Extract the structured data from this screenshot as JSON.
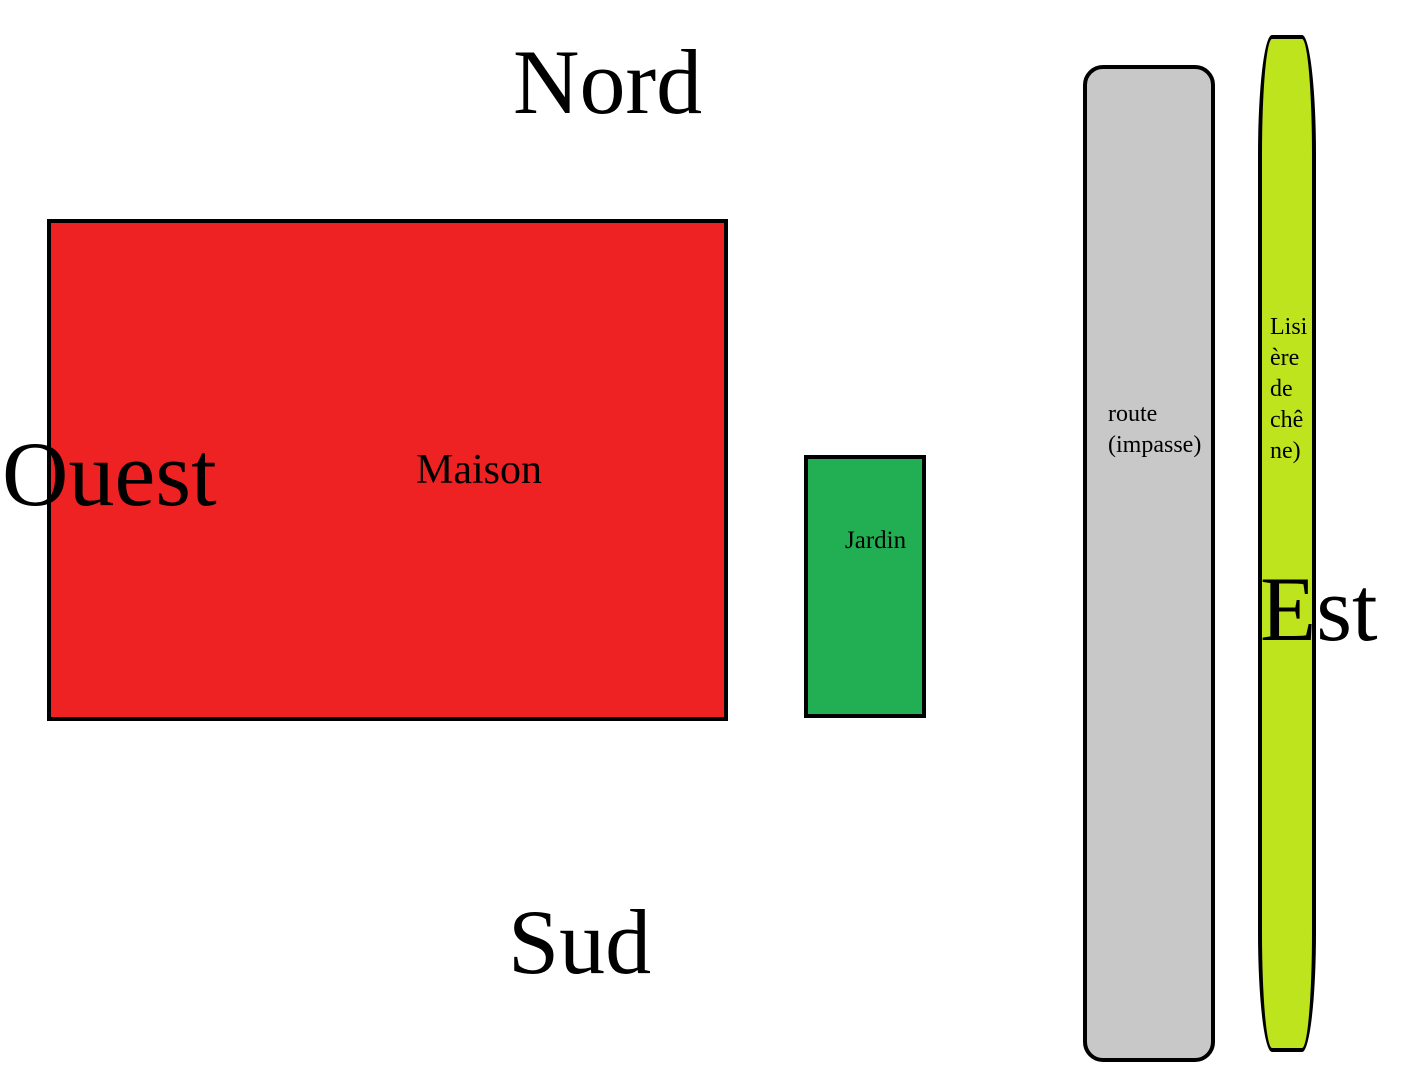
{
  "compass": {
    "north": "Nord",
    "south": "Sud",
    "west": "Ouest",
    "east": "Est"
  },
  "house": {
    "label": "Maison",
    "color": "#ee2222"
  },
  "garden": {
    "label": "Jardin",
    "color": "#22ae52"
  },
  "road": {
    "lines": [
      "route",
      "(impasse)"
    ],
    "color": "#c8c8c8"
  },
  "forest_edge": {
    "lines": [
      "Lisi",
      "ère",
      "de",
      "chê",
      "ne)"
    ],
    "color": "#bde41c"
  }
}
